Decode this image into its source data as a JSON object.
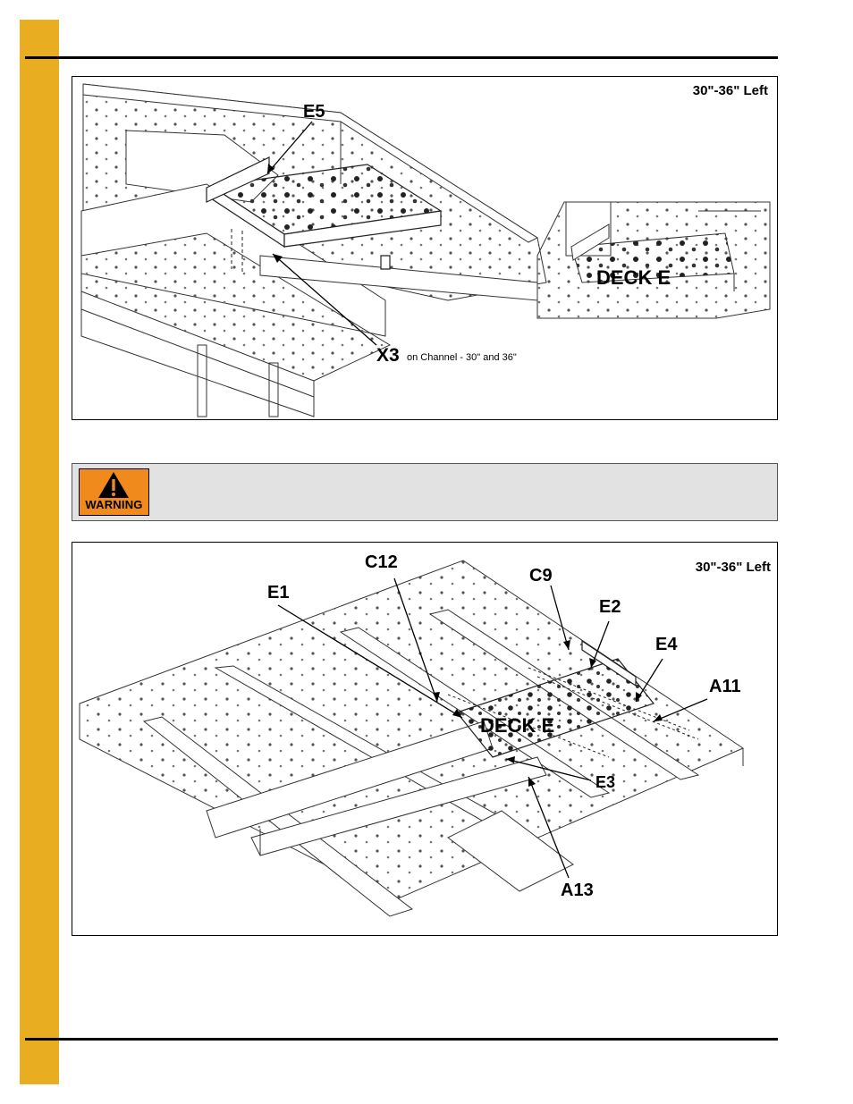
{
  "figure_top": {
    "view_label": "30\"-36\" Left",
    "callouts": {
      "e5": "E5",
      "deck": "DECK E",
      "x3": "X3",
      "x3_note": "on Channel - 30\" and 36\""
    }
  },
  "warning": {
    "sign_text": "WARNING",
    "icon": "warning-triangle-icon",
    "color": "#F08A1D"
  },
  "figure_bottom": {
    "view_label": "30\"-36\" Left",
    "callouts": {
      "c12": "C12",
      "c9": "C9",
      "e1": "E1",
      "e2": "E2",
      "e4": "E4",
      "a11": "A11",
      "deck": "DECK E",
      "e3": "E3",
      "a13": "A13"
    }
  },
  "colors": {
    "accent_bar": "#E8AD21",
    "warning_panel": "#E2E2E2"
  }
}
